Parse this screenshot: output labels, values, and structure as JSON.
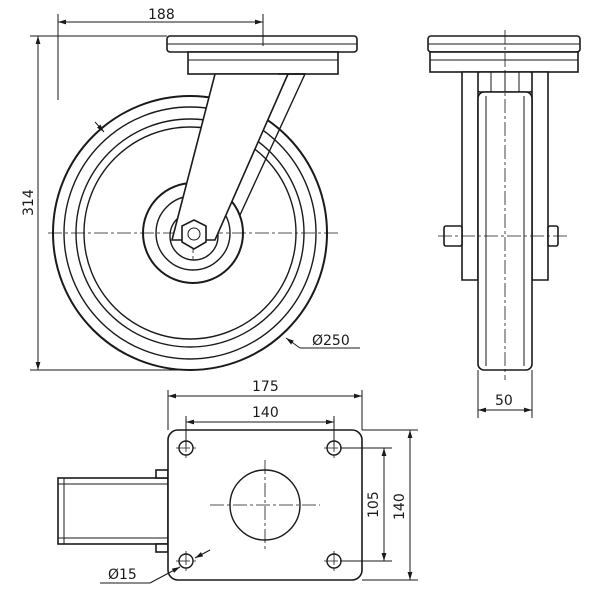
{
  "dimensions": {
    "top_width": "188",
    "overall_height": "314",
    "wheel_diameter": "Ø250",
    "wheel_width": "50",
    "plate_width": "175",
    "hole_spacing_x": "140",
    "hole_spacing_y": "105",
    "plate_length": "140",
    "hole_diameter": "Ø15"
  }
}
